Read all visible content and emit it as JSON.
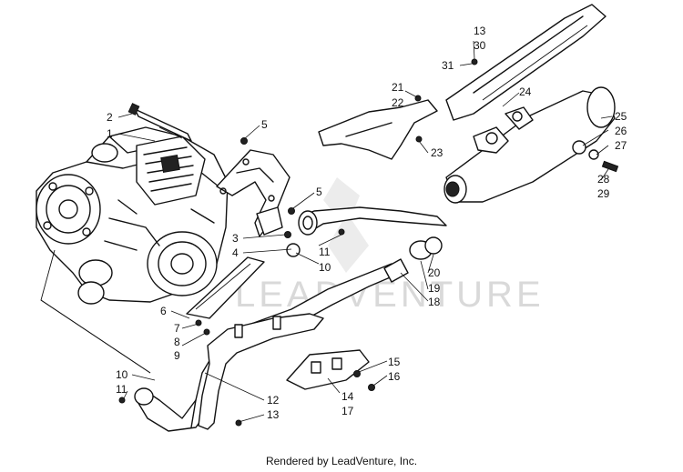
{
  "watermark": "LEADVENTURE",
  "credit": "Rendered by LeadVenture, Inc.",
  "callouts": [
    {
      "id": "c2",
      "text": "2"
    },
    {
      "id": "c1",
      "text": "1"
    },
    {
      "id": "c5a",
      "text": "5"
    },
    {
      "id": "c5b",
      "text": "5"
    },
    {
      "id": "c3",
      "text": "3"
    },
    {
      "id": "c4",
      "text": "4"
    },
    {
      "id": "c11a",
      "text": "11"
    },
    {
      "id": "c10a",
      "text": "10"
    },
    {
      "id": "c6",
      "text": "6"
    },
    {
      "id": "c7",
      "text": "7"
    },
    {
      "id": "c8",
      "text": "8"
    },
    {
      "id": "c9",
      "text": "9"
    },
    {
      "id": "c10b",
      "text": "10"
    },
    {
      "id": "c11b",
      "text": "11"
    },
    {
      "id": "c12",
      "text": "12"
    },
    {
      "id": "c13b",
      "text": "13"
    },
    {
      "id": "c14",
      "text": "14"
    },
    {
      "id": "c17",
      "text": "17"
    },
    {
      "id": "c15",
      "text": "15"
    },
    {
      "id": "c16",
      "text": "16"
    },
    {
      "id": "c20",
      "text": "20"
    },
    {
      "id": "c19",
      "text": "19"
    },
    {
      "id": "c18",
      "text": "18"
    },
    {
      "id": "c21",
      "text": "21"
    },
    {
      "id": "c22",
      "text": "22"
    },
    {
      "id": "c23",
      "text": "23"
    },
    {
      "id": "c13a",
      "text": "13"
    },
    {
      "id": "c30",
      "text": "30"
    },
    {
      "id": "c31",
      "text": "31"
    },
    {
      "id": "c24",
      "text": "24"
    },
    {
      "id": "c25",
      "text": "25"
    },
    {
      "id": "c26",
      "text": "26"
    },
    {
      "id": "c27",
      "text": "27"
    },
    {
      "id": "c28",
      "text": "28"
    },
    {
      "id": "c29",
      "text": "29"
    }
  ]
}
